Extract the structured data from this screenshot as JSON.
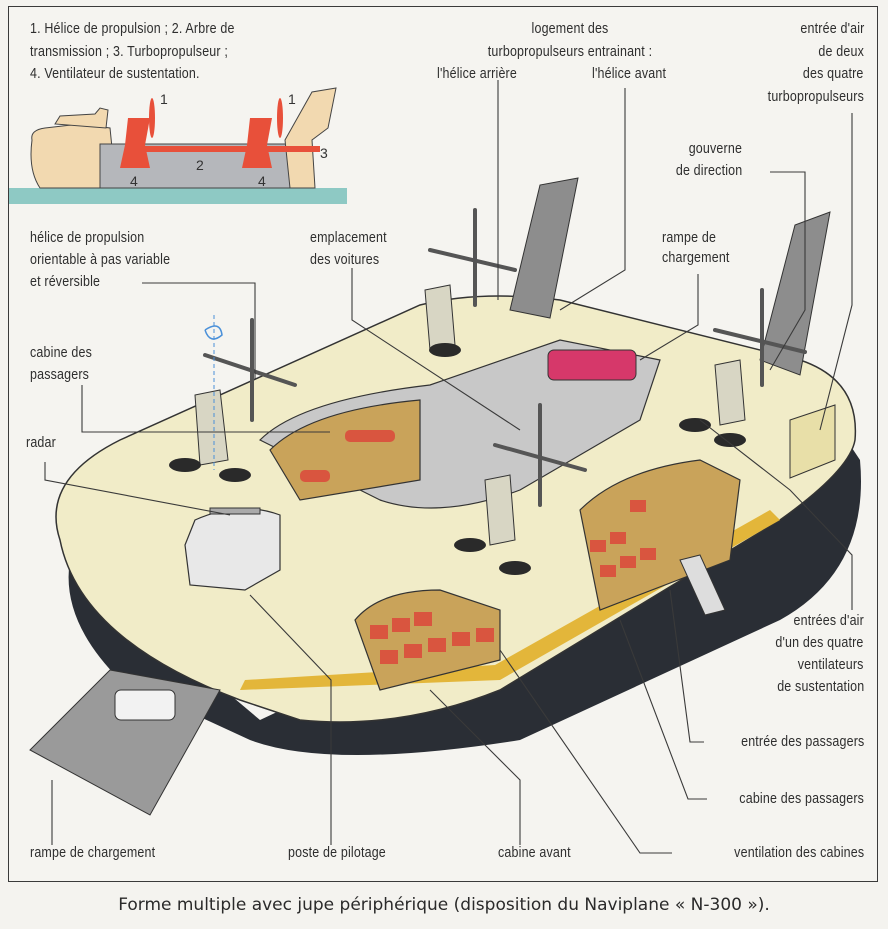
{
  "inset": {
    "legend_lines": [
      "1. Hélice de propulsion ; 2. Arbre de",
      "transmission ; 3. Turbopropulseur ;",
      "4. Ventilateur de sustentation."
    ],
    "markers": [
      "1",
      "1",
      "2",
      "3",
      "4",
      "4"
    ]
  },
  "labels": {
    "logement": [
      "logement des",
      "turbopropulseurs entrainant :"
    ],
    "helice_arriere": "l'hélice arrière",
    "helice_avant": "l'hélice avant",
    "entree_air_turbo": [
      "entrée d'air",
      "de deux",
      "des quatre",
      "turbopropulseurs"
    ],
    "gouverne": [
      "gouverne",
      "de direction"
    ],
    "helice_propulsion": [
      "hélice de propulsion",
      "orientable à pas variable",
      "et réversible"
    ],
    "emplacement": [
      "emplacement",
      "des voitures"
    ],
    "rampe_haut": [
      "rampe de",
      "chargement"
    ],
    "cabine_passagers_gauche": [
      "cabine des",
      "passagers"
    ],
    "radar": "radar",
    "entrees_air_ventilateurs": [
      "entrées d'air",
      "d'un des quatre",
      "ventilateurs",
      "de sustentation"
    ],
    "entree_passagers": "entrée des passagers",
    "cabine_passagers_droite": "cabine des passagers",
    "ventilation": "ventilation des cabines",
    "rampe_bas": "rampe de chargement",
    "poste": "poste de pilotage",
    "cabine_avant": "cabine avant"
  },
  "caption": "Forme multiple avec jupe périphérique (disposition du Naviplane « N-300 »).",
  "colors": {
    "hull": "#f1ecc8",
    "water": "#8ec9c4",
    "seats": "#d9553f",
    "car": "#d6386a",
    "inset_red": "#e8503a",
    "stripe": "#e3b63a"
  }
}
